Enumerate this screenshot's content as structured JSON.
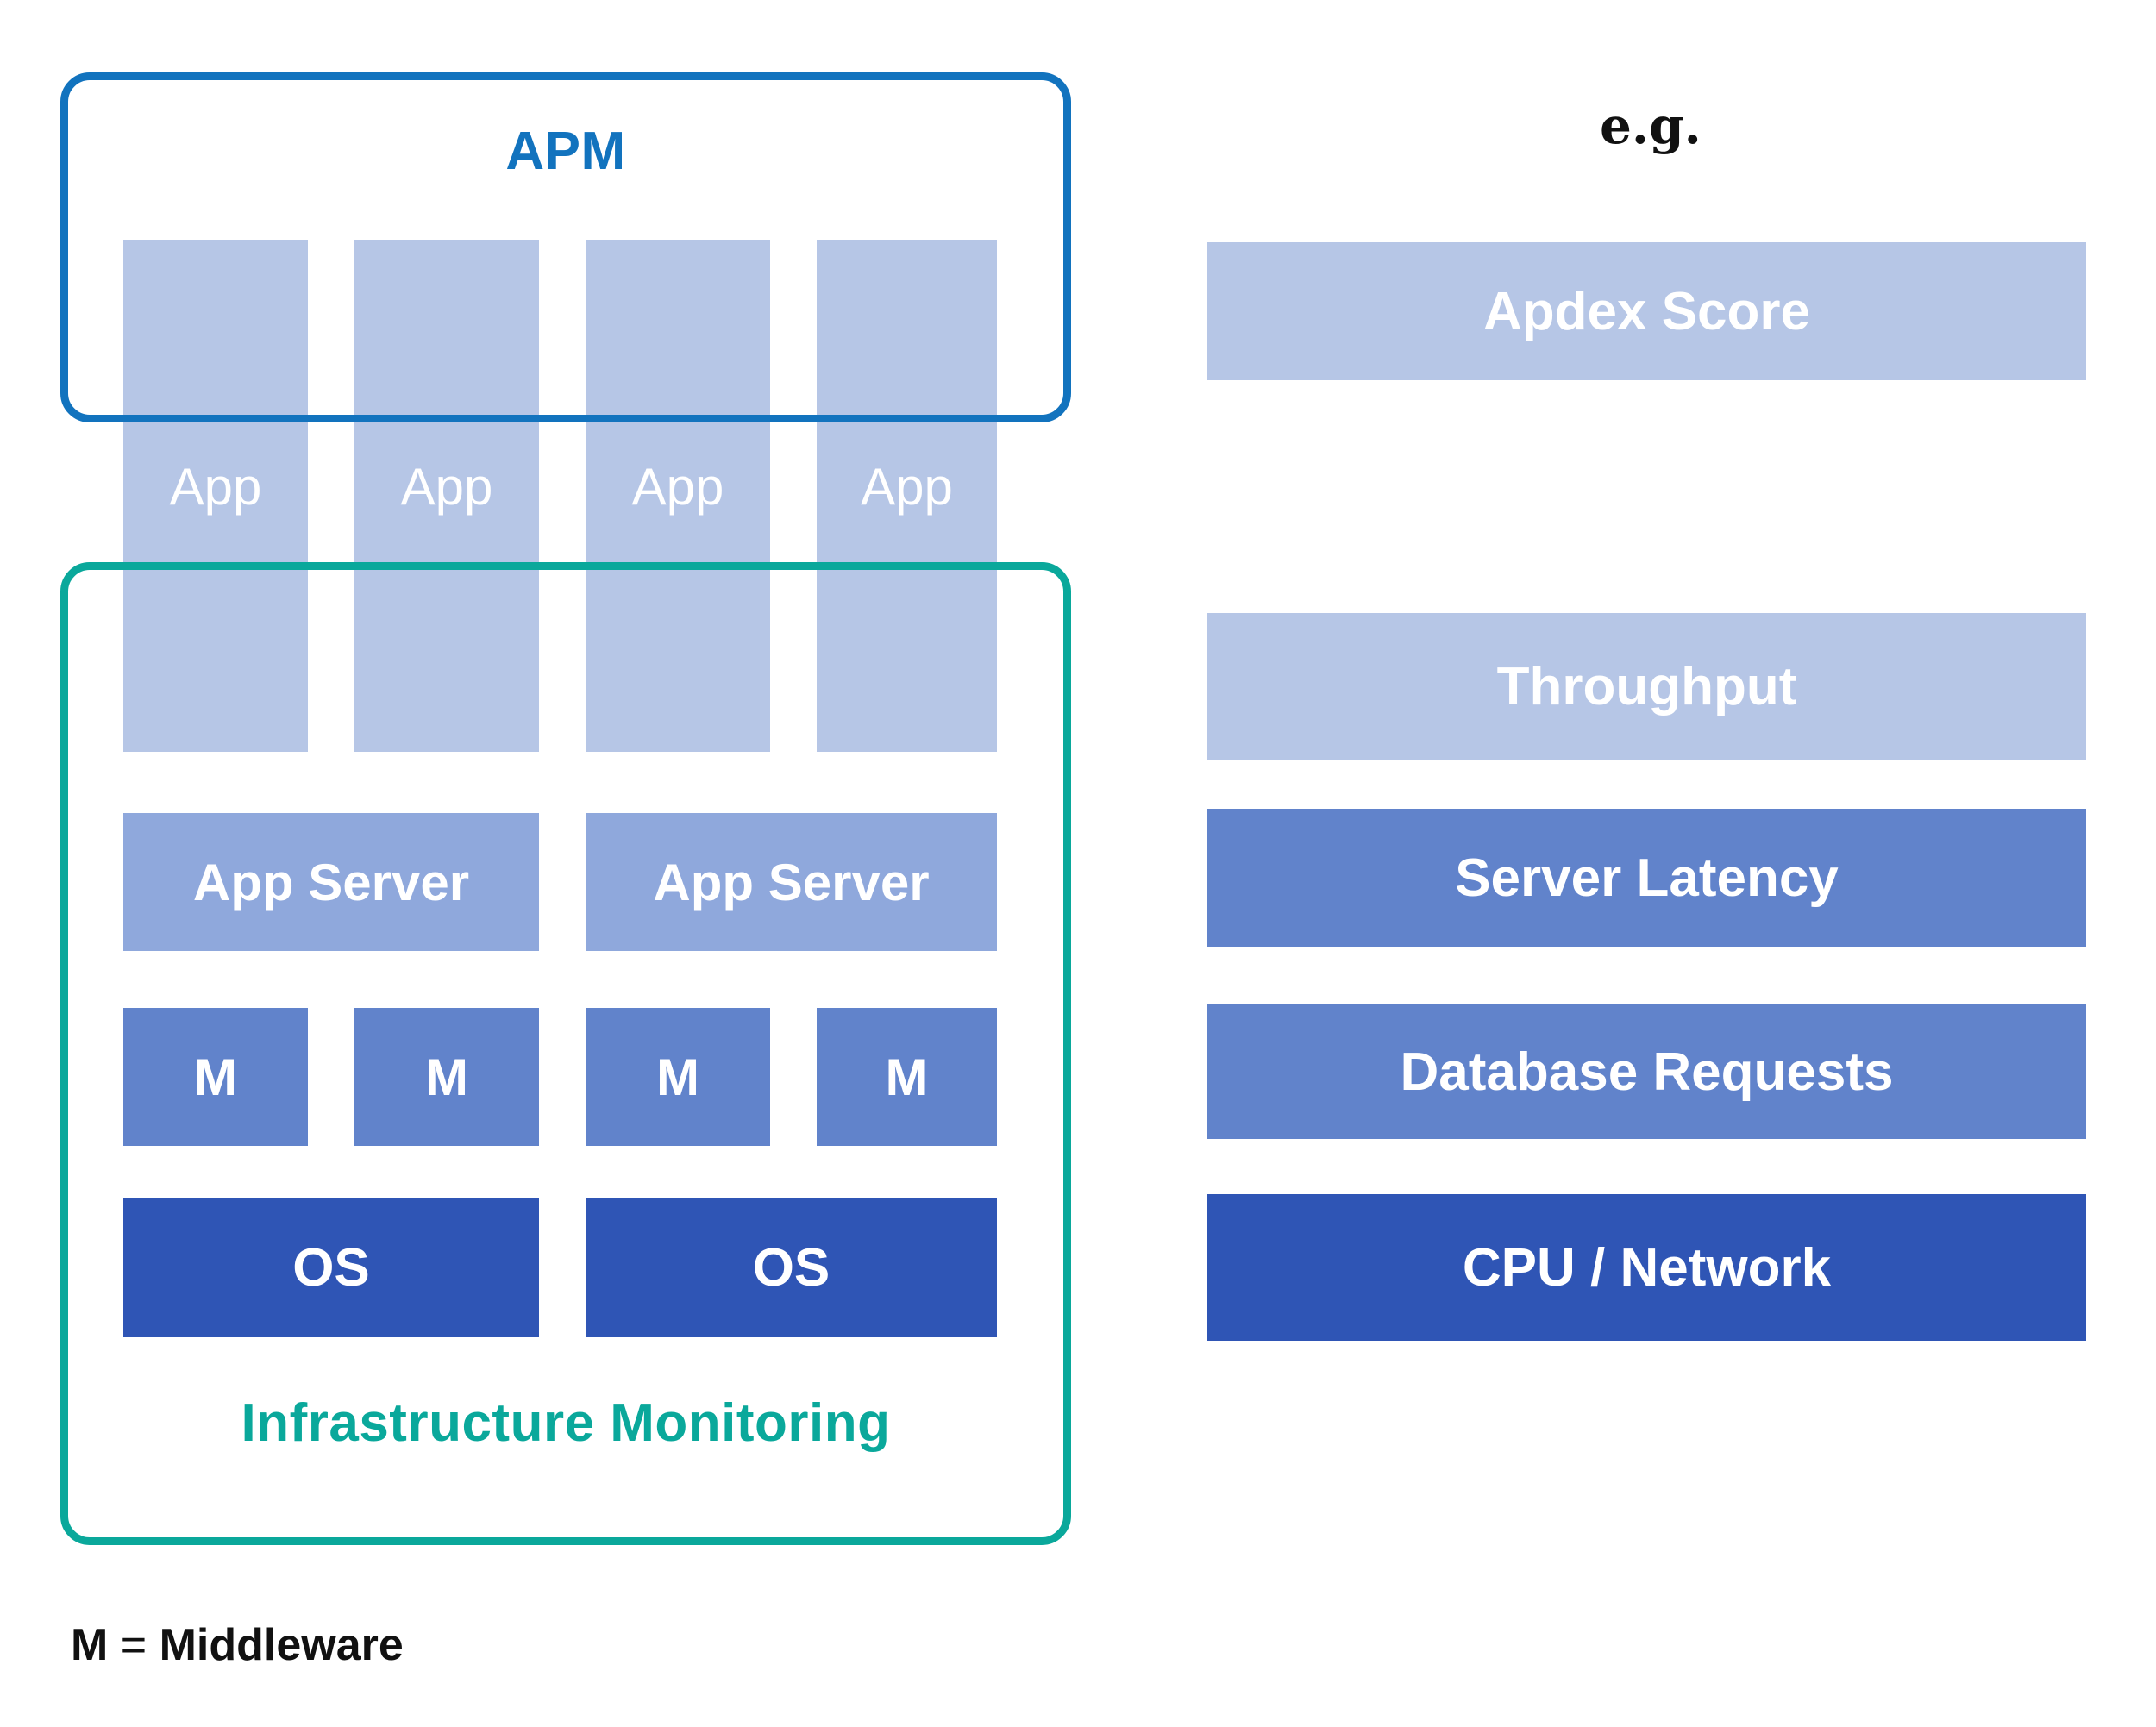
{
  "colors": {
    "apm_frame": "#1273BE",
    "infra_frame": "#0AA89B",
    "tier_app": "#B6C6E6",
    "tier_app_server": "#8FA8DC",
    "tier_middleware": "#6183CB",
    "tier_os": "#2F55B5",
    "background": "#FFFFFF",
    "text_on_tile": "#FFFFFF",
    "text_dark": "#111111"
  },
  "groups": {
    "apm": {
      "title": "APM"
    },
    "infrastructure": {
      "title": "Infrastructure Monitoring"
    }
  },
  "stack": {
    "app_tier": {
      "label": "App",
      "columns": [
        {
          "label": "App"
        },
        {
          "label": "App"
        },
        {
          "label": "App"
        },
        {
          "label": "App"
        }
      ]
    },
    "app_server_tier": {
      "blocks": [
        {
          "label": "App Server"
        },
        {
          "label": "App Server"
        }
      ]
    },
    "middleware_tier": {
      "blocks": [
        {
          "label": "M"
        },
        {
          "label": "M"
        },
        {
          "label": "M"
        },
        {
          "label": "M"
        }
      ]
    },
    "os_tier": {
      "blocks": [
        {
          "label": "OS"
        },
        {
          "label": "OS"
        }
      ]
    }
  },
  "examples": {
    "heading": "e.g.",
    "bars": [
      {
        "label": "Apdex Score",
        "color": "#B6C6E6"
      },
      {
        "label": "Throughput",
        "color": "#B6C6E6"
      },
      {
        "label": "Server Latency",
        "color": "#6183CB"
      },
      {
        "label": "Database Requests",
        "color": "#6183CB"
      },
      {
        "label": "CPU / Network",
        "color": "#2F55B5"
      }
    ]
  },
  "legend": {
    "key": "M",
    "equals": " = ",
    "value": "Middleware"
  }
}
